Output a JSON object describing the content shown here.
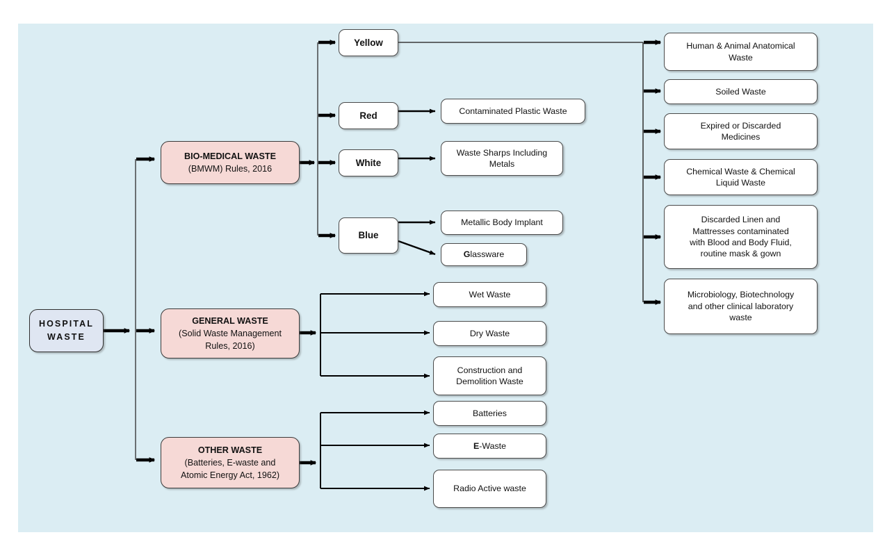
{
  "canvas": {
    "background_color": "#dbedf3",
    "page_background": "#ffffff"
  },
  "palette": {
    "root_fill": "#dfe6f2",
    "category_fill": "#f6d9d6",
    "leaf_fill": "#ffffff",
    "border": "#4a4a4a",
    "text": "#111111"
  },
  "root": {
    "line1": "HOSPITAL",
    "line2": "WASTE"
  },
  "categories": [
    {
      "id": "bio-medical-waste",
      "title": "BIO-MEDICAL WASTE",
      "subtitle": "(BMWM) Rules, 2016"
    },
    {
      "id": "general-waste",
      "title": "GENERAL WASTE",
      "subtitle_line1": "(Solid Waste Management",
      "subtitle_line2": "Rules, 2016)"
    },
    {
      "id": "other-waste",
      "title": "OTHER WASTE",
      "subtitle_line1": "(Batteries, E-waste and",
      "subtitle_line2": "Atomic Energy Act, 1962)"
    }
  ],
  "color_codes": [
    {
      "id": "yellow",
      "label": "Yellow"
    },
    {
      "id": "red",
      "label": "Red"
    },
    {
      "id": "white",
      "label": "White"
    },
    {
      "id": "blue",
      "label": "Blue"
    }
  ],
  "color_code_children": {
    "red": [
      {
        "id": "contaminated-plastic-waste",
        "label": "Contaminated Plastic Waste"
      }
    ],
    "white": [
      {
        "id": "waste-sharps",
        "line1": "Waste Sharps Including",
        "line2": "Metals"
      }
    ],
    "blue": [
      {
        "id": "metallic-body-implant",
        "label": "Metallic Body Implant"
      },
      {
        "id": "glassware",
        "lead": "G",
        "rest": "lassware"
      }
    ]
  },
  "yellow_waste_items": [
    {
      "id": "human-animal-anatomical-waste",
      "line1": "Human & Animal Anatomical",
      "line2": "Waste"
    },
    {
      "id": "soiled-waste",
      "line1": "Soiled Waste"
    },
    {
      "id": "expired-discarded-medicines",
      "line1": "Expired or Discarded",
      "line2": "Medicines"
    },
    {
      "id": "chemical-waste",
      "line1": "Chemical Waste & Chemical",
      "line2": "Liquid Waste"
    },
    {
      "id": "discarded-linen-mattresses",
      "line1": "Discarded Linen and",
      "line2": "Mattresses contaminated",
      "line3": "with Blood and Body Fluid,",
      "line4": "routine mask & gown"
    },
    {
      "id": "microbiology-biotechnology-waste",
      "line1": "Microbiology, Biotechnology",
      "line2": "and other clinical laboratory",
      "line3": "waste"
    }
  ],
  "general_waste_items": [
    {
      "id": "wet-waste",
      "line1": "Wet Waste"
    },
    {
      "id": "dry-waste",
      "line1": "Dry Waste"
    },
    {
      "id": "construction-demolition-waste",
      "line1": "Construction and",
      "line2": "Demolition Waste"
    }
  ],
  "other_waste_items": [
    {
      "id": "batteries",
      "line1": "Batteries"
    },
    {
      "id": "e-waste",
      "lead": "E",
      "rest": "-Waste"
    },
    {
      "id": "radio-active-waste",
      "line1": "Radio Active waste"
    }
  ]
}
